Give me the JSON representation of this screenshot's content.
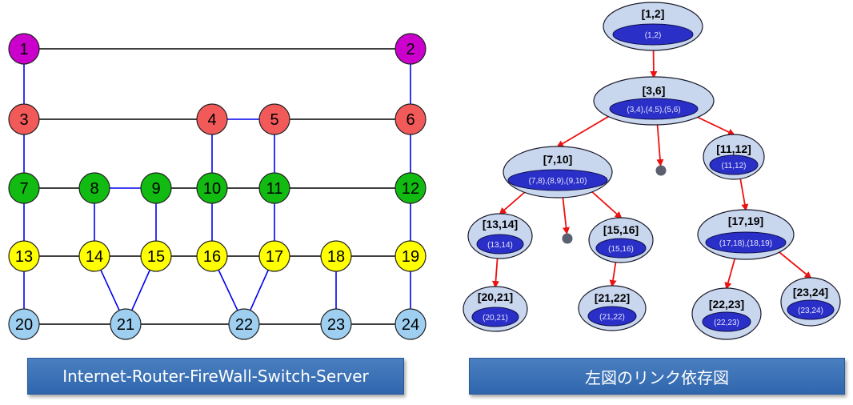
{
  "network": {
    "nodes": [
      {
        "id": "1",
        "tier": "internet"
      },
      {
        "id": "2",
        "tier": "internet"
      },
      {
        "id": "3",
        "tier": "router"
      },
      {
        "id": "4",
        "tier": "router"
      },
      {
        "id": "5",
        "tier": "router"
      },
      {
        "id": "6",
        "tier": "router"
      },
      {
        "id": "7",
        "tier": "firewall"
      },
      {
        "id": "8",
        "tier": "firewall"
      },
      {
        "id": "9",
        "tier": "firewall"
      },
      {
        "id": "10",
        "tier": "firewall"
      },
      {
        "id": "11",
        "tier": "firewall"
      },
      {
        "id": "12",
        "tier": "firewall"
      },
      {
        "id": "13",
        "tier": "switch"
      },
      {
        "id": "14",
        "tier": "switch"
      },
      {
        "id": "15",
        "tier": "switch"
      },
      {
        "id": "16",
        "tier": "switch"
      },
      {
        "id": "17",
        "tier": "switch"
      },
      {
        "id": "18",
        "tier": "switch"
      },
      {
        "id": "19",
        "tier": "switch"
      },
      {
        "id": "20",
        "tier": "server"
      },
      {
        "id": "21",
        "tier": "server"
      },
      {
        "id": "22",
        "tier": "server"
      },
      {
        "id": "23",
        "tier": "server"
      },
      {
        "id": "24",
        "tier": "server"
      }
    ],
    "tier_colors": {
      "internet": "#cc00cc",
      "router": "#f25a5a",
      "firewall": "#11bb11",
      "switch": "#ffff00",
      "server": "#9ecff0"
    },
    "link_colors": {
      "black": "#000000",
      "blue": "#0000ee"
    },
    "links": [
      [
        "1",
        "2",
        "black"
      ],
      [
        "1",
        "3",
        "blue"
      ],
      [
        "2",
        "6",
        "blue"
      ],
      [
        "3",
        "4",
        "black"
      ],
      [
        "4",
        "5",
        "blue"
      ],
      [
        "5",
        "6",
        "black"
      ],
      [
        "3",
        "7",
        "blue"
      ],
      [
        "4",
        "10",
        "blue"
      ],
      [
        "5",
        "11",
        "blue"
      ],
      [
        "6",
        "12",
        "blue"
      ],
      [
        "7",
        "8",
        "black"
      ],
      [
        "8",
        "9",
        "blue"
      ],
      [
        "9",
        "10",
        "black"
      ],
      [
        "10",
        "11",
        "black"
      ],
      [
        "11",
        "12",
        "black"
      ],
      [
        "7",
        "13",
        "blue"
      ],
      [
        "8",
        "14",
        "blue"
      ],
      [
        "9",
        "15",
        "blue"
      ],
      [
        "10",
        "16",
        "blue"
      ],
      [
        "11",
        "17",
        "blue"
      ],
      [
        "12",
        "19",
        "blue"
      ],
      [
        "13",
        "14",
        "black"
      ],
      [
        "14",
        "15",
        "black"
      ],
      [
        "15",
        "16",
        "black"
      ],
      [
        "16",
        "17",
        "black"
      ],
      [
        "17",
        "18",
        "black"
      ],
      [
        "18",
        "19",
        "black"
      ],
      [
        "13",
        "20",
        "blue"
      ],
      [
        "14",
        "21",
        "blue"
      ],
      [
        "15",
        "21",
        "blue"
      ],
      [
        "16",
        "22",
        "blue"
      ],
      [
        "17",
        "22",
        "blue"
      ],
      [
        "18",
        "23",
        "blue"
      ],
      [
        "19",
        "24",
        "blue"
      ],
      [
        "20",
        "21",
        "black"
      ],
      [
        "21",
        "22",
        "black"
      ],
      [
        "22",
        "23",
        "black"
      ],
      [
        "23",
        "24",
        "black"
      ]
    ],
    "caption": "Internet-Router-FireWall-Switch-Server"
  },
  "tree": {
    "nodes": [
      {
        "key": "n12",
        "title": "[1,2]",
        "inner": "(1,2)"
      },
      {
        "key": "n36",
        "title": "[3,6]",
        "inner": "(3,4),(4,5),(5,6)"
      },
      {
        "key": "n710",
        "title": "[7,10]",
        "inner": "(7,8),(8,9),(9,10)"
      },
      {
        "key": "n1112",
        "title": "[11,12]",
        "inner": "(11,12)"
      },
      {
        "key": "n1314",
        "title": "[13,14]",
        "inner": "(13,14)"
      },
      {
        "key": "n1516",
        "title": "[15,16]",
        "inner": "(15,16)"
      },
      {
        "key": "n1719",
        "title": "[17,19]",
        "inner": "(17,18),(18,19)"
      },
      {
        "key": "n2021",
        "title": "[20,21]",
        "inner": "(20,21)"
      },
      {
        "key": "n2122",
        "title": "[21,22]",
        "inner": "(21,22)"
      },
      {
        "key": "n2223",
        "title": "[22,23]",
        "inner": "(22,23)"
      },
      {
        "key": "n2324",
        "title": "[23,24]",
        "inner": "(23,24)"
      }
    ],
    "edges": [
      [
        "n12",
        "n36"
      ],
      [
        "n36",
        "n710"
      ],
      [
        "n36",
        "leafA"
      ],
      [
        "n36",
        "n1112"
      ],
      [
        "n710",
        "n1314"
      ],
      [
        "n710",
        "leafB"
      ],
      [
        "n710",
        "n1516"
      ],
      [
        "n1112",
        "n1719"
      ],
      [
        "n1314",
        "n2021"
      ],
      [
        "n1516",
        "n2122"
      ],
      [
        "n1719",
        "n2223"
      ],
      [
        "n1719",
        "n2324"
      ]
    ],
    "colors": {
      "outer": "#c8d6ee",
      "inner": "#2a2fc8",
      "arrow": "#ee1111",
      "leaf": "#5a6070"
    },
    "caption": "左図のリンク依存図"
  }
}
